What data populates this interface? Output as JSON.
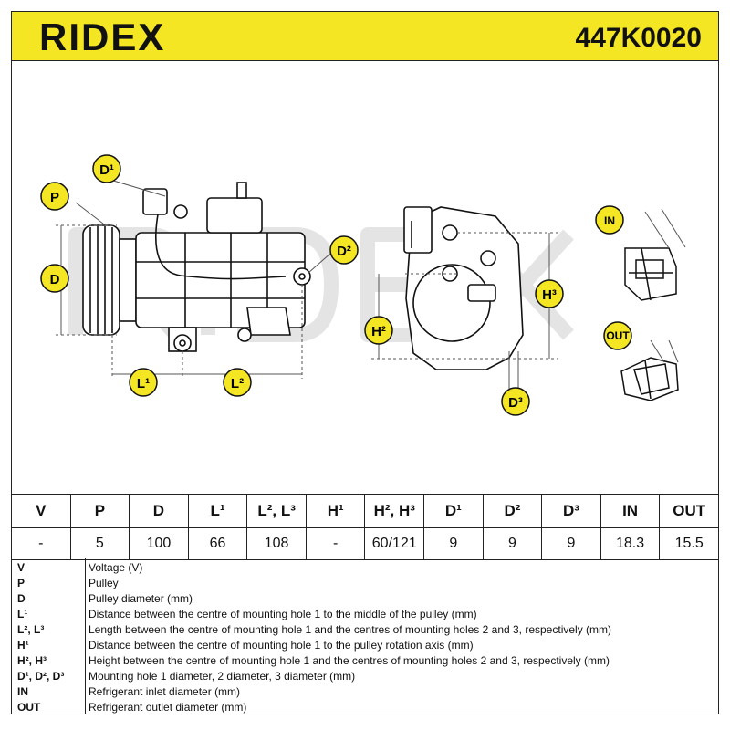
{
  "header": {
    "brand": "RIDEX",
    "part_number": "447K0020",
    "color": "#f4e623"
  },
  "labels": {
    "P": "P",
    "D": "D",
    "D1": "D¹",
    "D2": "D²",
    "D3": "D³",
    "L1": "L¹",
    "L2": "L²",
    "H2": "H²",
    "H3": "H³",
    "IN": "IN",
    "OUT": "OUT"
  },
  "table": {
    "headers": [
      "V",
      "P",
      "D",
      "L¹",
      "L², L³",
      "H¹",
      "H², H³",
      "D¹",
      "D²",
      "D³",
      "IN",
      "OUT"
    ],
    "values": [
      "-",
      "5",
      "100",
      "66",
      "108",
      "-",
      "60/121",
      "9",
      "9",
      "9",
      "18.3",
      "15.5"
    ]
  },
  "legend": [
    {
      "key": "V",
      "desc": "Voltage (V)"
    },
    {
      "key": "P",
      "desc": "Pulley"
    },
    {
      "key": "D",
      "desc": "Pulley diameter (mm)"
    },
    {
      "key": "L¹",
      "desc": "Distance between the centre of mounting hole 1 to the middle of the pulley (mm)"
    },
    {
      "key": "L², L³",
      "desc": "Length between the centre of mounting hole 1 and the centres of mounting holes 2 and 3, respectively (mm)"
    },
    {
      "key": "H¹",
      "desc": "Distance between the centre of mounting hole 1 to the pulley rotation axis (mm)"
    },
    {
      "key": "H², H³",
      "desc": "Height between the centre of mounting hole 1 and the centres of mounting holes 2 and 3, respectively (mm)"
    },
    {
      "key": "D¹, D², D³",
      "desc": "Mounting hole 1 diameter, 2 diameter, 3 diameter (mm)"
    },
    {
      "key": "IN",
      "desc": "Refrigerant inlet diameter (mm)"
    },
    {
      "key": "OUT",
      "desc": "Refrigerant outlet diameter (mm)"
    }
  ]
}
